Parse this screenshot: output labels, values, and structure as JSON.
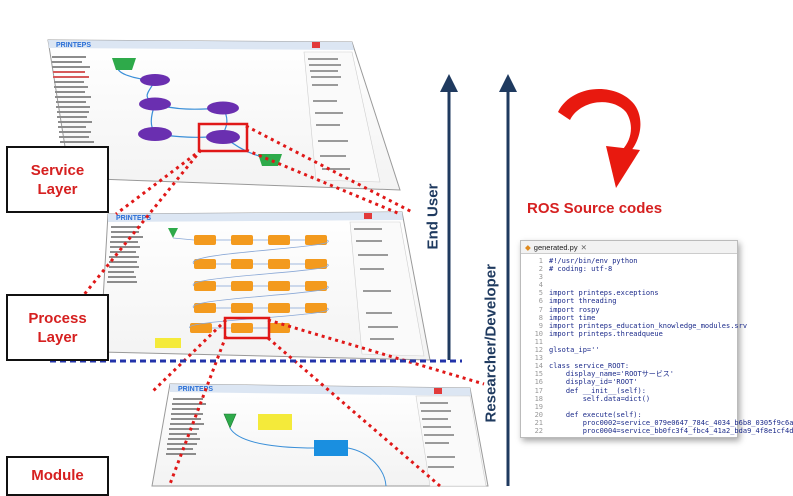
{
  "labels": {
    "service_layer": [
      "Service",
      "Layer"
    ],
    "process_layer": [
      "Process",
      "Layer"
    ],
    "module_layer": [
      "Module"
    ],
    "end_user": "End User",
    "researcher": "Researcher/Developer",
    "ros_source": "ROS Source codes"
  },
  "code_window": {
    "tab": "generated.py",
    "lines": [
      {
        "n": "1",
        "t": "#!/usr/bin/env python"
      },
      {
        "n": "2",
        "t": "# coding: utf-8"
      },
      {
        "n": "3",
        "t": ""
      },
      {
        "n": "4",
        "t": ""
      },
      {
        "n": "5",
        "t": "import printeps.exceptions"
      },
      {
        "n": "6",
        "t": "import threading"
      },
      {
        "n": "7",
        "t": "import rospy"
      },
      {
        "n": "8",
        "t": "import time"
      },
      {
        "n": "9",
        "t": "import printeps_education_knowledge_modules.srv"
      },
      {
        "n": "10",
        "t": "import printeps.threadqueue"
      },
      {
        "n": "11",
        "t": ""
      },
      {
        "n": "12",
        "t": "glsota_ip=''"
      },
      {
        "n": "13",
        "t": ""
      },
      {
        "n": "14",
        "t": "class service_ROOT:"
      },
      {
        "n": "15",
        "t": "    display_name='ROOTサービス'"
      },
      {
        "n": "16",
        "t": "    display_id='ROOT'"
      },
      {
        "n": "17",
        "t": "    def __init__(self):"
      },
      {
        "n": "18",
        "t": "        self.data=dict()"
      },
      {
        "n": "19",
        "t": ""
      },
      {
        "n": "20",
        "t": "    def execute(self):"
      },
      {
        "n": "21",
        "t": "        proc0002=service_079e0647_784c_4034_b6b8_0305f9c6a"
      },
      {
        "n": "22",
        "t": "        proc0004=service_bb0fc3f4_fbc4_41a2_bda9_4f8e1cf4d"
      }
    ]
  },
  "screens": {
    "logo": "PRINTEPS"
  },
  "colors": {
    "label_red": "#d62020",
    "arrow_navy": "#1f3a5f",
    "dotted_red": "#e01818",
    "dashed_blue": "#2233aa",
    "node_purple": "#6a2fb0",
    "node_orange": "#f39a1e",
    "node_green": "#2eaa4a",
    "node_yellow": "#f4ea3a",
    "node_blue": "#1a8fe0"
  }
}
